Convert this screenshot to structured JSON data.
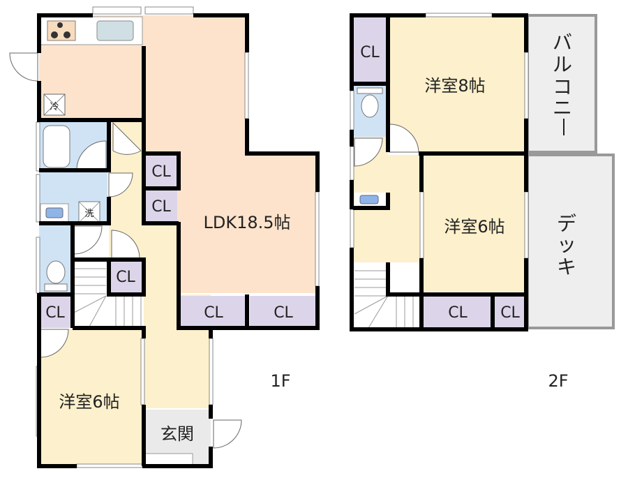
{
  "colors": {
    "ldk": "#fde3cc",
    "bedroom": "#fdf0cc",
    "wet": "#cfe3f5",
    "closet": "#dcd5ea",
    "outdoor": "#eeeeee",
    "entrance": "#eaeaea",
    "wall": "#000000",
    "window": "#bbbbbb"
  },
  "floors": {
    "f1": {
      "label": "1F",
      "rooms": {
        "ldk": "LDK18.5帖",
        "bedroom": "洋室6帖",
        "entrance": "玄関"
      },
      "closets": [
        "CL",
        "CL",
        "CL",
        "CL",
        "CL",
        "CL"
      ],
      "fixtures": {
        "fridge": "冷",
        "washer": "洗"
      }
    },
    "f2": {
      "label": "2F",
      "rooms": {
        "bedroom_large": "洋室8帖",
        "bedroom_small": "洋室6帖",
        "balcony": [
          "バ",
          "ル",
          "コ",
          "ニ",
          "ー"
        ],
        "deck": [
          "デ",
          "ッ",
          "キ"
        ]
      },
      "closets": [
        "CL",
        "CL",
        "CL"
      ]
    }
  }
}
